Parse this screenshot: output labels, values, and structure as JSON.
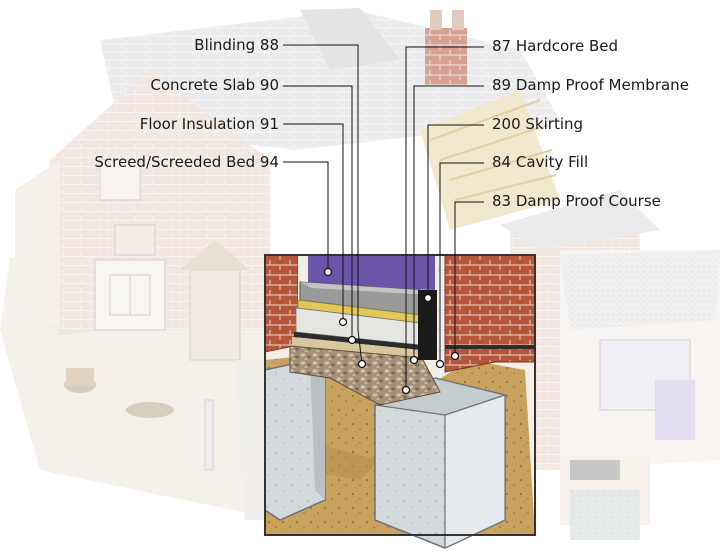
{
  "labels": {
    "left": [
      {
        "id": "blinding",
        "text": "Blinding 88"
      },
      {
        "id": "concrete-slab",
        "text": "Concrete Slab 90"
      },
      {
        "id": "floor-insulation",
        "text": "Floor Insulation 91"
      },
      {
        "id": "screed",
        "text": "Screed/Screeded Bed 94"
      }
    ],
    "right": [
      {
        "id": "hardcore-bed",
        "text": "87 Hardcore Bed"
      },
      {
        "id": "damp-proof-membrane",
        "text": "89 Damp Proof Membrane"
      },
      {
        "id": "skirting",
        "text": "200 Skirting"
      },
      {
        "id": "cavity-fill",
        "text": "84 Cavity Fill"
      },
      {
        "id": "damp-proof-course",
        "text": "83 Damp Proof Course"
      }
    ]
  },
  "colors": {
    "brick": "#b5553a",
    "purple_wall": "#6a55a8",
    "screed": "#9a9a9a",
    "insulation": "#e2c75a",
    "soil": "#c9a25e",
    "concrete": "#d4d9dc",
    "hardcore": "#8b7a6a"
  }
}
